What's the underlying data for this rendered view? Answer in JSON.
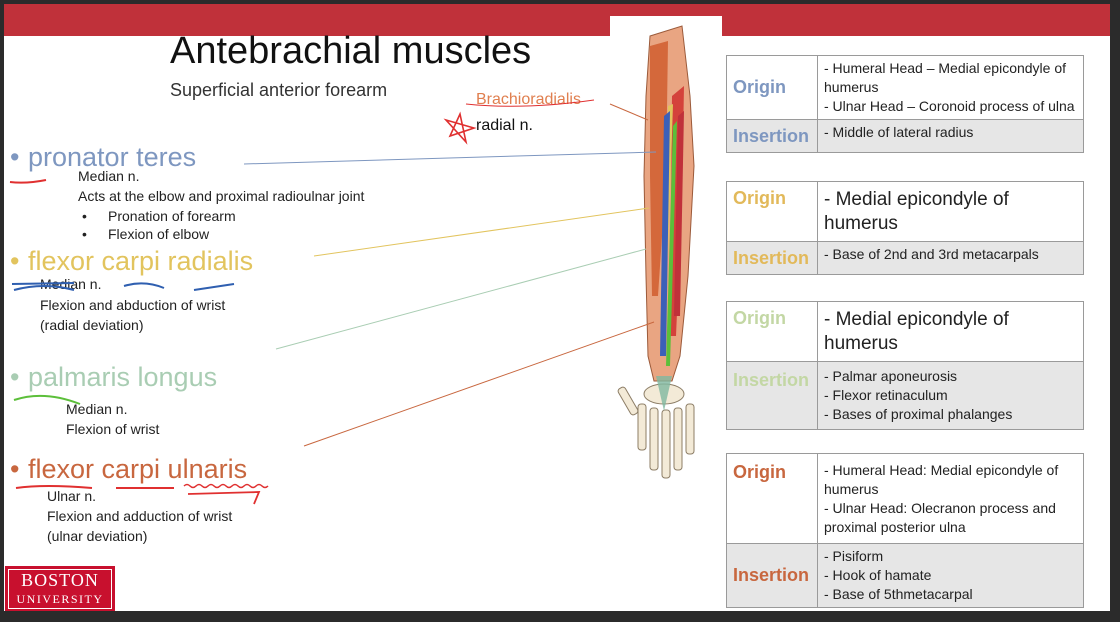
{
  "slide": {
    "title": "Antebrachial muscles",
    "subtitle": "Superficial anterior forearm"
  },
  "illustration_labels": {
    "brachioradialis": "Brachioradialis",
    "radial_nerve": "radial n."
  },
  "muscles": [
    {
      "name": "pronator teres",
      "color": "#7e97c0",
      "bullet": "•",
      "lines": [
        "Median n.",
        "Acts at the elbow and proximal radioulnar joint"
      ],
      "sub_bullets": [
        "Pronation of forearm",
        "Flexion of elbow"
      ]
    },
    {
      "name": "flexor carpi radialis",
      "color": "#e2c45e",
      "bullet": "•",
      "lines": [
        "Median n.",
        "Flexion and abduction of wrist",
        "(radial deviation)"
      ]
    },
    {
      "name": "palmaris longus",
      "color": "#a9cdb3",
      "bullet": "•",
      "lines": [
        "Median n.",
        "Flexion of wrist"
      ]
    },
    {
      "name": "flexor carpi ulnaris",
      "color": "#c8673f",
      "bullet": "•",
      "lines": [
        "Ulnar n.",
        "Flexion and adduction of wrist",
        "(ulnar deviation)"
      ]
    }
  ],
  "sub_bullet_glyph": "•",
  "tables": [
    {
      "origin_label": "Origin",
      "origin_lines": [
        "- Humeral Head – Medial epicondyle of humerus",
        "- Ulnar Head – Coronoid process of ulna"
      ],
      "insertion_label": "Insertion",
      "insertion_lines": [
        "- Middle of lateral radius"
      ],
      "label_color": "#7e97c0"
    },
    {
      "origin_label": "Origin",
      "origin_lines": [
        "- Medial epicondyle of humerus"
      ],
      "insertion_label": "Insertion",
      "insertion_lines": [
        "- Base of 2nd and 3rd metacarpals"
      ],
      "label_color": "#e2b95a"
    },
    {
      "origin_label": "Origin",
      "origin_lines": [
        "- Medial epicondyle of humerus"
      ],
      "insertion_label": "Insertion",
      "insertion_lines": [
        "- Palmar aponeurosis",
        "- Flexor retinaculum",
        "- Bases of proximal phalanges"
      ],
      "label_color": "#c3d7a4"
    },
    {
      "origin_label": "Origin",
      "origin_lines": [
        "- Humeral Head: Medial epicondyle of humerus",
        "- Ulnar Head: Olecranon process and proximal posterior ulna"
      ],
      "insertion_label": "Insertion",
      "insertion_lines": [
        "- Pisiform",
        "- Hook of hamate",
        "- Base of 5thmetacarpal"
      ],
      "label_color": "#c8673f"
    }
  ],
  "logo": {
    "line1": "BOSTON",
    "line2": "UNIVERSITY",
    "color": "#c8102e"
  },
  "colors": {
    "top_bar": "#c0313a",
    "annotation_red": "#e03030",
    "annotation_blue": "#2f5fb0",
    "annotation_green": "#5cbf3a"
  }
}
